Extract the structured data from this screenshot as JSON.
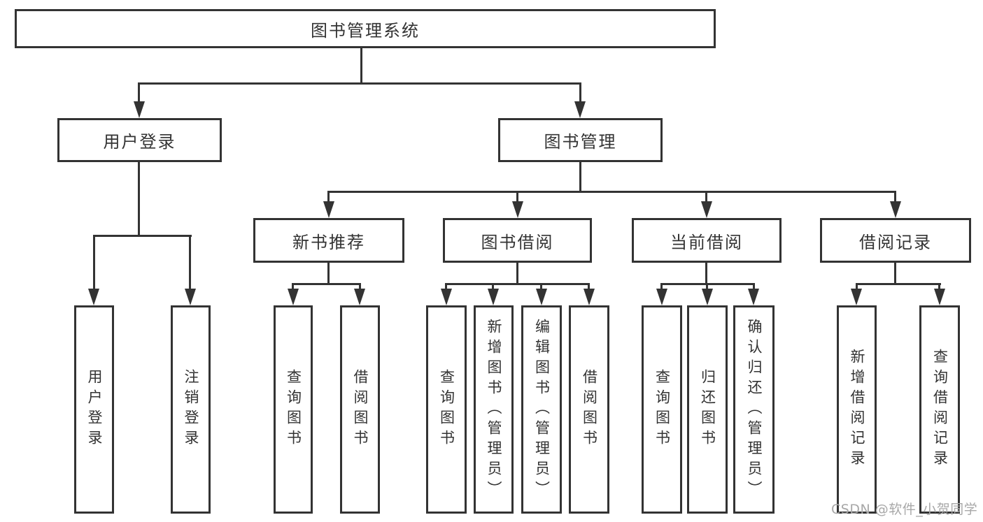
{
  "colors": {
    "line": "#333333",
    "text": "#333333",
    "box_background": "#ffffff",
    "watermark": "#a8a8a8"
  },
  "watermark": {
    "text": "CSDN @软件_小贺同学"
  },
  "tree": {
    "root": {
      "label": "图书管理系统",
      "children": [
        {
          "label": "用户登录",
          "children": [
            {
              "label": "用户登录"
            },
            {
              "label": "注销登录"
            }
          ]
        },
        {
          "label": "图书管理",
          "children": [
            {
              "label": "新书推荐",
              "children": [
                {
                  "label": "查询图书"
                },
                {
                  "label": "借阅图书"
                }
              ]
            },
            {
              "label": "图书借阅",
              "children": [
                {
                  "label": "查询图书"
                },
                {
                  "label": "新增图书（管理员）"
                },
                {
                  "label": "编辑图书（管理员）"
                },
                {
                  "label": "借阅图书"
                }
              ]
            },
            {
              "label": "当前借阅",
              "children": [
                {
                  "label": "查询图书"
                },
                {
                  "label": "归还图书"
                },
                {
                  "label": "确认归还（管理员）"
                }
              ]
            },
            {
              "label": "借阅记录",
              "children": [
                {
                  "label": "新增借阅记录"
                },
                {
                  "label": "查询借阅记录"
                }
              ]
            }
          ]
        }
      ]
    }
  }
}
